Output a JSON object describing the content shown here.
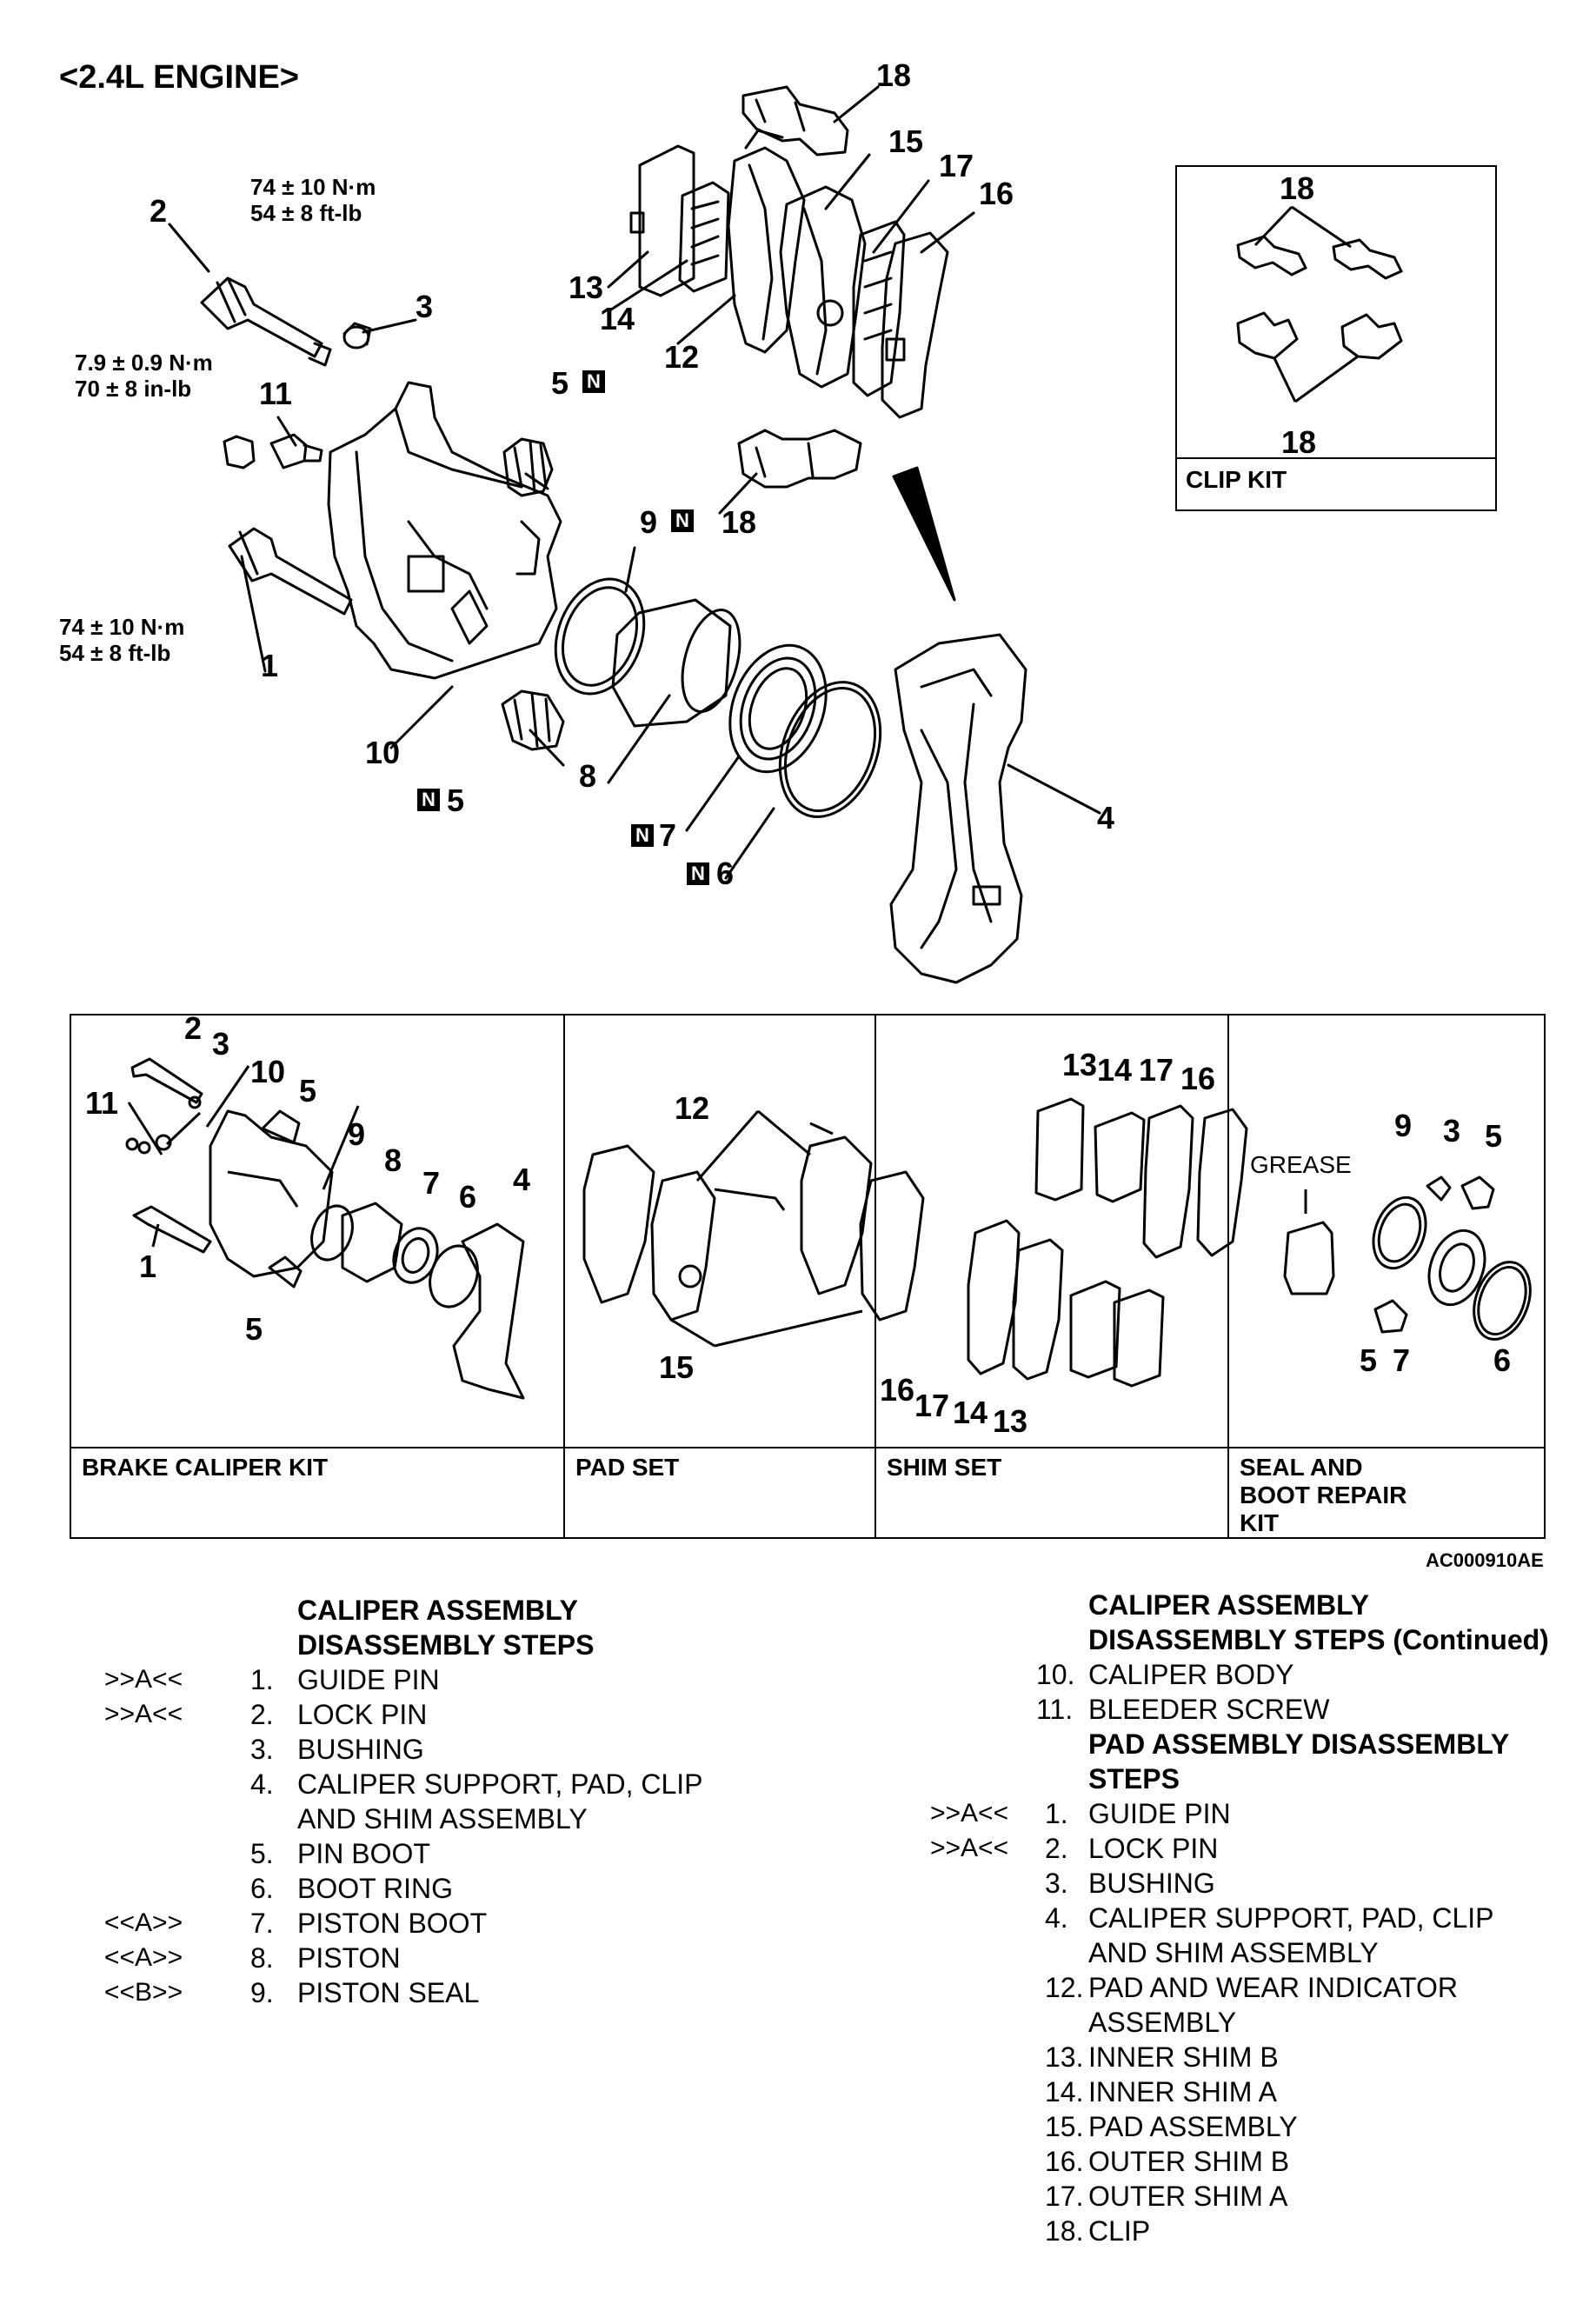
{
  "title": "<2.4L ENGINE>",
  "torques": {
    "guide_pin": "74 ± 10 N·m",
    "guide_pin_imp": "54 ± 8 ft-lb",
    "bleeder": "7.9 ± 0.9 N·m",
    "bleeder_imp": "70 ± 8 in-lb",
    "lock_pin": "74 ± 10 N·m",
    "lock_pin_imp": "54 ± 8 ft-lb"
  },
  "replace_mark": "N",
  "callouts": [
    "1",
    "2",
    "3",
    "4",
    "5",
    "6",
    "7",
    "8",
    "9",
    "10",
    "11",
    "12",
    "13",
    "14",
    "15",
    "16",
    "17",
    "18"
  ],
  "clip_kit": {
    "top_num": "18",
    "bottom_num": "18",
    "label": "CLIP KIT"
  },
  "kits": [
    {
      "label": "BRAKE CALIPER KIT"
    },
    {
      "label": "PAD SET"
    },
    {
      "label": "SHIM SET"
    },
    {
      "label": "SEAL AND BOOT REPAIR KIT"
    }
  ],
  "grease_label": "GREASE",
  "figure_code": "AC000910AE",
  "left_steps": {
    "heading_1": "CALIPER ASSEMBLY",
    "heading_2": "DISASSEMBLY STEPS",
    "items": [
      {
        "ref": ">>A<<",
        "num": "1.",
        "text": "GUIDE PIN"
      },
      {
        "ref": ">>A<<",
        "num": "2.",
        "text": "LOCK PIN"
      },
      {
        "ref": "",
        "num": "3.",
        "text": "BUSHING"
      },
      {
        "ref": "",
        "num": "4.",
        "text": "CALIPER SUPPORT, PAD, CLIP"
      },
      {
        "ref": "",
        "num": "",
        "text": "AND SHIM ASSEMBLY"
      },
      {
        "ref": "",
        "num": "5.",
        "text": "PIN BOOT"
      },
      {
        "ref": "",
        "num": "6.",
        "text": "BOOT RING"
      },
      {
        "ref": "<<A>>",
        "num": "7.",
        "text": "PISTON BOOT"
      },
      {
        "ref": "<<A>>",
        "num": "8.",
        "text": "PISTON"
      },
      {
        "ref": "<<B>>",
        "num": "9.",
        "text": "PISTON SEAL"
      }
    ]
  },
  "right_steps": {
    "heading_1": "CALIPER ASSEMBLY",
    "heading_2": "DISASSEMBLY STEPS (Continued)",
    "items_a": [
      {
        "ref": "",
        "num": "10.",
        "text": "CALIPER BODY"
      },
      {
        "ref": "",
        "num": "11.",
        "text": "BLEEDER SCREW"
      }
    ],
    "heading_3": "PAD ASSEMBLY DISASSEMBLY",
    "heading_4": "STEPS",
    "items_b": [
      {
        "ref": ">>A<<",
        "num": "1.",
        "text": "GUIDE PIN"
      },
      {
        "ref": ">>A<<",
        "num": "2.",
        "text": "LOCK PIN"
      },
      {
        "ref": "",
        "num": "3.",
        "text": "BUSHING"
      },
      {
        "ref": "",
        "num": "4.",
        "text": "CALIPER SUPPORT, PAD, CLIP"
      },
      {
        "ref": "",
        "num": "",
        "text": "AND SHIM ASSEMBLY"
      },
      {
        "ref": "",
        "num": "12.",
        "text": "PAD AND WEAR INDICATOR"
      },
      {
        "ref": "",
        "num": "",
        "text": "ASSEMBLY"
      },
      {
        "ref": "",
        "num": "13.",
        "text": "INNER SHIM B"
      },
      {
        "ref": "",
        "num": "14.",
        "text": "INNER SHIM A"
      },
      {
        "ref": "",
        "num": "15.",
        "text": "PAD ASSEMBLY"
      },
      {
        "ref": "",
        "num": "16.",
        "text": "OUTER SHIM B"
      },
      {
        "ref": "",
        "num": "17.",
        "text": "OUTER SHIM A"
      },
      {
        "ref": "",
        "num": "18.",
        "text": "CLIP"
      }
    ]
  }
}
